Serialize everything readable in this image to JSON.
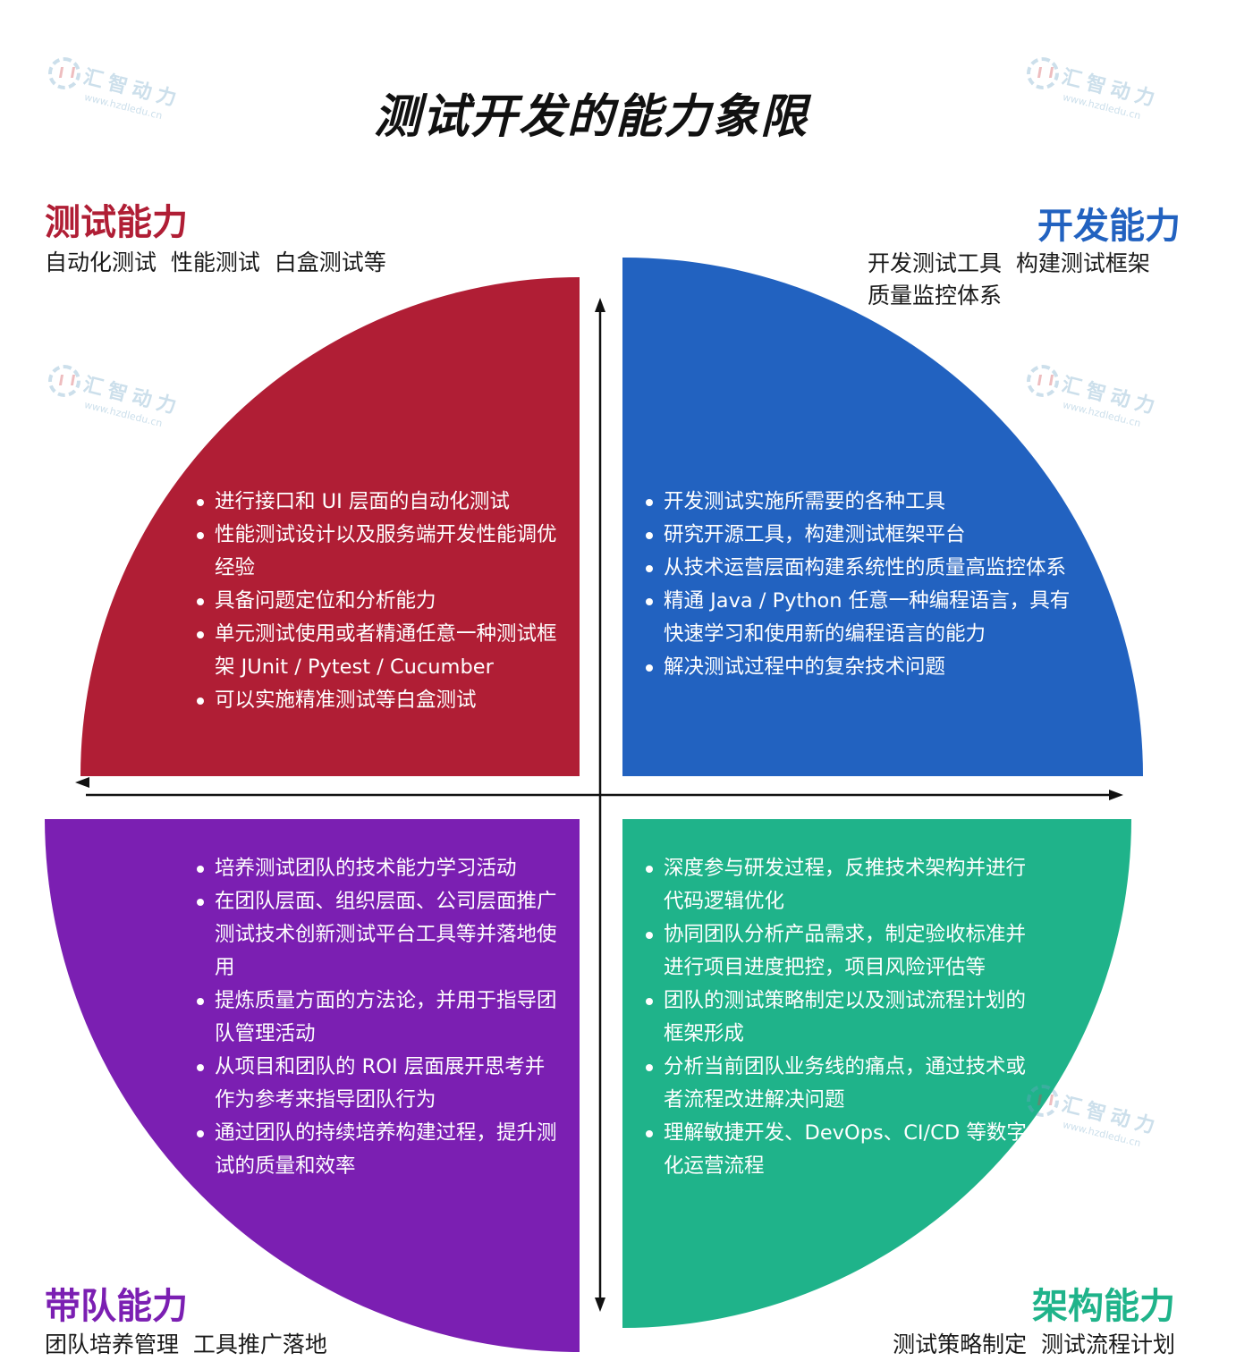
{
  "title": "测试开发的能力象限",
  "colors": {
    "testing": "#b01e35",
    "development": "#2262c0",
    "leadership": "#7b1fb2",
    "architecture": "#1fb38a",
    "axis": "#111111"
  },
  "quadrants": {
    "testing": {
      "heading": "测试能力",
      "subtitle": "自动化测试  性能测试  白盒测试等",
      "bullets": [
        "进行接口和 UI 层面的自动化测试",
        "性能测试设计以及服务端开发性能调优经验",
        "具备问题定位和分析能力",
        "单元测试使用或者精通任意一种测试框架 JUnit / Pytest / Cucumber",
        "可以实施精准测试等白盒测试"
      ]
    },
    "development": {
      "heading": "开发能力",
      "subtitle_lines": [
        "开发测试工具  构建测试框架",
        "质量监控体系"
      ],
      "bullets": [
        "开发测试实施所需要的各种工具",
        "研究开源工具，构建测试框架平台",
        "从技术运营层面构建系统性的质量高监控体系",
        "精通 Java / Python 任意一种编程语言，具有快速学习和使用新的编程语言的能力",
        "解决测试过程中的复杂技术问题"
      ]
    },
    "leadership": {
      "heading": "带队能力",
      "subtitle": "团队培养管理  工具推广落地",
      "bullets": [
        "培养测试团队的技术能力学习活动",
        "在团队层面、组织层面、公司层面推广测试技术创新测试平台工具等并落地使用",
        "提炼质量方面的方法论，并用于指导团队管理活动",
        "从项目和团队的 ROI 层面展开思考并作为参考来指导团队行为",
        "通过团队的持续培养构建过程，提升测试的质量和效率"
      ]
    },
    "architecture": {
      "heading": "架构能力",
      "subtitle": "测试策略制定  测试流程计划",
      "bullets": [
        "深度参与研发过程，反推技术架构并进行代码逻辑优化",
        "协同团队分析产品需求，制定验收标准并进行项目进度把控，项目风险评估等",
        "团队的测试策略制定以及测试流程计划的框架形成",
        "分析当前团队业务线的痛点，通过技术或者流程改进解决问题",
        "理解敏捷开发、DevOps、CI/CD 等数字化运营流程"
      ]
    }
  },
  "watermark": {
    "name": "汇智动力",
    "url": "www.hzdledu.cn"
  }
}
